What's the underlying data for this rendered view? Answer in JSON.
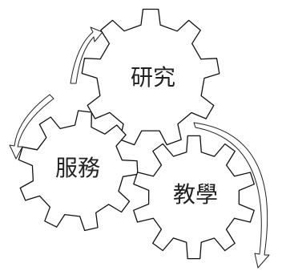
{
  "gears": [
    {
      "id": "research",
      "label": "研究"
    },
    {
      "id": "service",
      "label": "服務"
    },
    {
      "id": "teaching",
      "label": "教學"
    }
  ],
  "colors": {
    "stroke": "#111111",
    "fill": "#ffffff",
    "text": "#222222"
  }
}
